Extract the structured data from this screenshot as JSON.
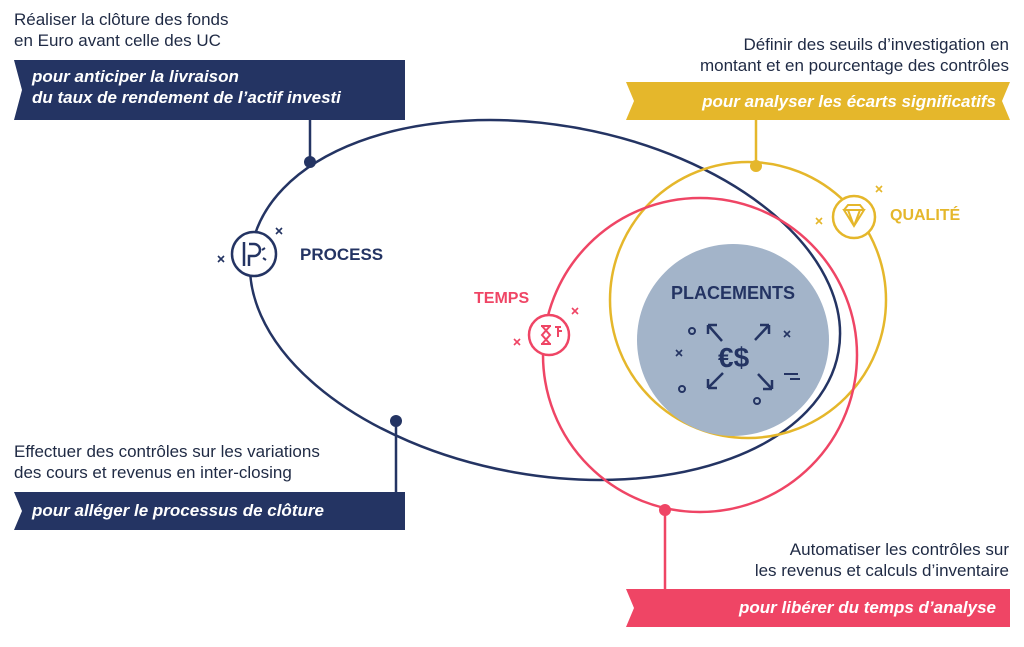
{
  "colors": {
    "navy": "#243463",
    "gold": "#e5b72b",
    "pink": "#ef4565",
    "placements_fill": "#a3b4c9",
    "text": "#1f2a44"
  },
  "blocks": {
    "top_left": {
      "lines": [
        "Réaliser la clôture des fonds",
        "en Euro avant celle des UC"
      ],
      "banner": [
        "pour anticiper la livraison",
        "du taux de rendement de l’actif investi"
      ]
    },
    "top_right": {
      "lines": [
        "Définir des seuils d’investigation en",
        "montant et en pourcentage des contrôles"
      ],
      "banner": [
        "pour analyser les écarts significatifs"
      ]
    },
    "bottom_left": {
      "lines": [
        "Effectuer des contrôles sur les variations",
        "des cours et revenus en inter-closing"
      ],
      "banner": [
        "pour alléger le processus de clôture"
      ]
    },
    "bottom_right": {
      "lines": [
        "Automatiser les contrôles sur",
        "les revenus et calculs d’inventaire"
      ],
      "banner": [
        "pour libérer du temps d’analyse"
      ]
    }
  },
  "labels": {
    "process": "PROCESS",
    "temps": "TEMPS",
    "qualite": "QUALITÉ",
    "placements": "PLACEMENTS",
    "currency": "€$"
  },
  "icons": {
    "process": "gear-p-icon",
    "temps": "hourglass-clock-icon",
    "qualite": "diamond-icon",
    "placements": "arrows-currency-icon"
  }
}
